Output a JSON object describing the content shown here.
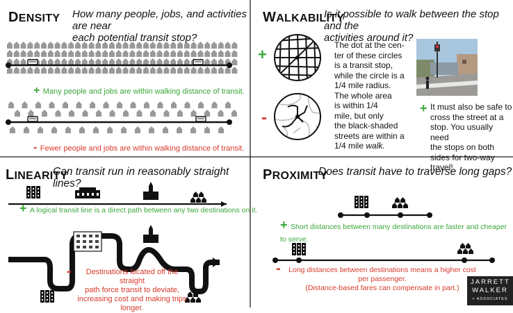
{
  "density": {
    "title_cap": "D",
    "title_rest": "ENSITY",
    "question_line1": "How many people, jobs, and activities are near",
    "question_line2": "each potential transit stop?",
    "positive": "Many people and jobs are within walking distance of transit.",
    "negative": "Fewer people and jobs are within walking distance of transit."
  },
  "walkability": {
    "title_cap": "W",
    "title_rest": "ALKABILITY",
    "question_line1": "Is it possible to walk between the stop and the",
    "question_line2": "activities around it?",
    "circle_text": [
      "The dot at the cen-",
      "ter of these circles",
      "is a transit stop,",
      "while the circle is a",
      "1/4 mile radius.",
      "The whole area",
      "is within 1/4",
      "mile, but only",
      "the black-shaded",
      "streets are within a",
      "1/4 mile "
    ],
    "circle_text_italic": "walk.",
    "safety_text": [
      "It must also be safe to",
      "cross the street at a",
      "stop. You usually need",
      "the stops on both",
      "sides for two-way",
      "travel!"
    ]
  },
  "linearity": {
    "title_cap": "L",
    "title_rest": "INEARITY",
    "question": "Can transit run in reasonably straight lines?",
    "positive": "A logical transit line is a direct path between any two destinations on it.",
    "negative_lines": [
      "Destinations located off the straight",
      "path force transit to deviate,",
      "increasing cost and making trips",
      "longer."
    ]
  },
  "proximity": {
    "title_cap": "P",
    "title_rest": "ROXIMITY",
    "question": "Does transit have to traverse long gaps?",
    "positive": "Short distances between many destinations are faster and cheaper to serve.",
    "negative_line1": "Long distances between destinations means a higher cost per passenger.",
    "negative_line2": "(Distance-based fares can compensate in part.)"
  },
  "symbols": {
    "plus": "+",
    "minus": "-"
  },
  "logo": {
    "line1": "JARRETT",
    "line2": "WALKER",
    "line3": "+ ASSOCIATES"
  },
  "colors": {
    "positive": "#3aa63a",
    "negative": "#d83a2c",
    "ink": "#111111"
  }
}
